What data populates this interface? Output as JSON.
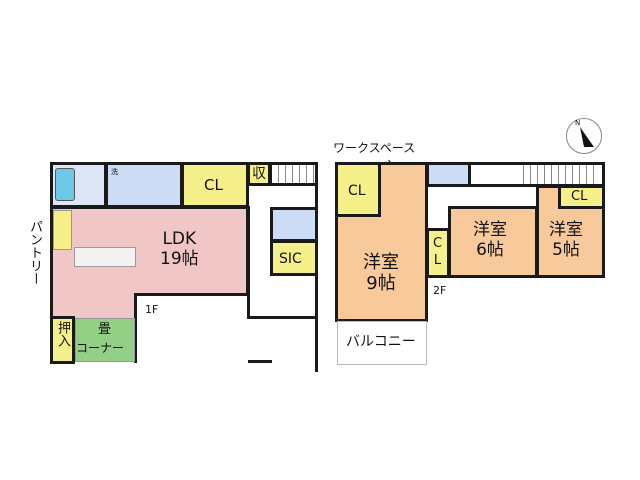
{
  "floor1": {
    "label": "1F",
    "ldk": "LDK",
    "ldk_size": "19帖",
    "cl": "CL",
    "storage": "収",
    "sic": "SIC",
    "pantry": "パントリー",
    "oshiire": "押入",
    "tatami": "畳",
    "corner": "コーナー",
    "wash": "洗"
  },
  "floor2": {
    "label": "2F",
    "workspace": "ワークスペース",
    "cl": "CL",
    "cl_vertical": [
      "C",
      "L"
    ],
    "room9": "洋室",
    "room9_size": "9帖",
    "room6": "洋室",
    "room6_size": "6帖",
    "room5": "洋室",
    "room5_size": "5帖",
    "balcony": "バルコニー"
  },
  "compass": {
    "north": "N"
  }
}
